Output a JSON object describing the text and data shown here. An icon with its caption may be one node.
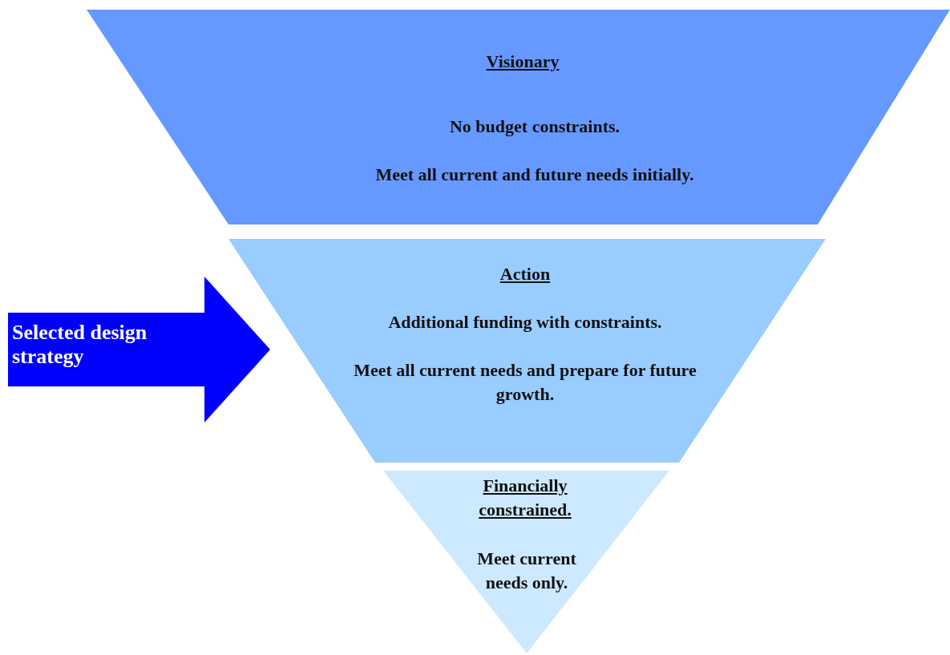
{
  "diagram": {
    "nodes": [
      {
        "text": [
          "Visionary",
          "No budget constraints.",
          "Meet all current and future needs initially."
        ]
      },
      {
        "text": [
          "Action",
          "Additional funding with constraints.",
          "Meet all current needs and prepare for future growth."
        ]
      },
      {
        "text": [
          "Financially constrained.",
          "Meet current needs only."
        ]
      },
      {
        "text": [
          "Selected design strategy"
        ]
      }
    ]
  }
}
